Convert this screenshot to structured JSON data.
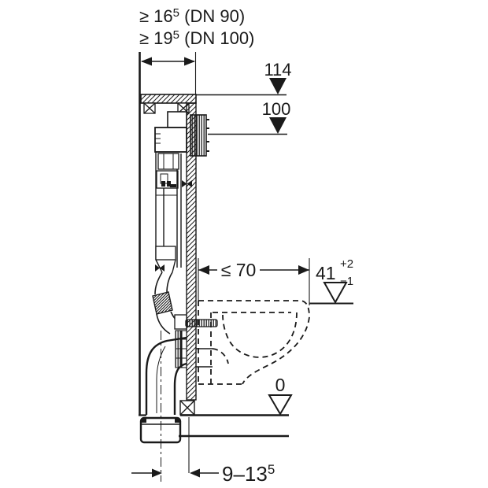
{
  "diagram_title": "wall-hung-wc-installation-element-side-view",
  "colors": {
    "background": "#ffffff",
    "line": "#1a1a1a"
  },
  "labels": {
    "min_depth_dn90": {
      "prefix": "≥ 16",
      "sup": "5",
      "suffix": " (DN 90)"
    },
    "min_depth_dn100": {
      "prefix": "≥ 19",
      "sup": "5",
      "suffix": " (DN 100)"
    },
    "height_114": "114",
    "height_100": "100",
    "max_depth_70": "≤ 70",
    "dim_41": {
      "value": "41",
      "tolerance_plus": "+2",
      "tolerance_minus": "−1"
    },
    "level_zero": "0",
    "offset_range": {
      "prefix": "9–13",
      "sup": "5"
    }
  }
}
